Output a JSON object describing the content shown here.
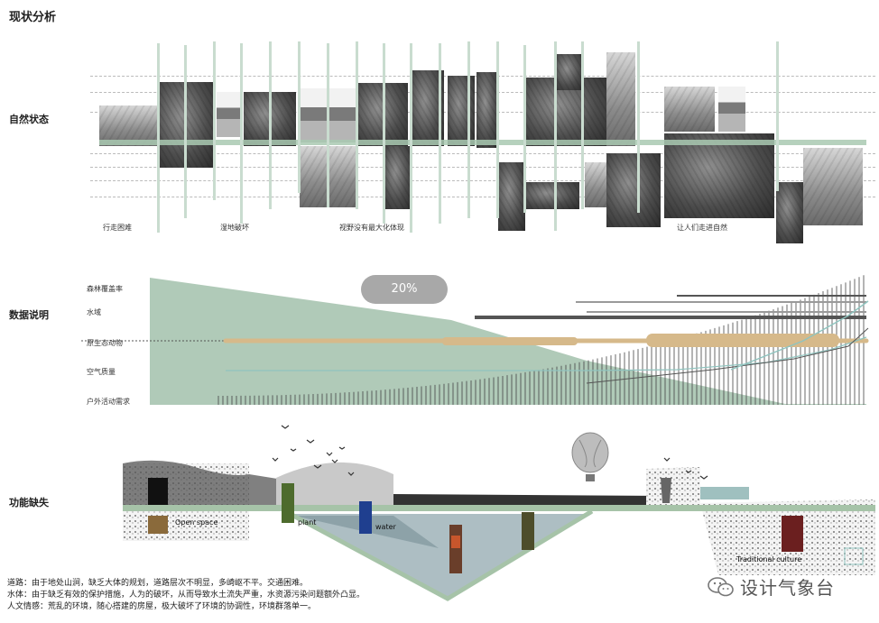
{
  "page_title": "现状分析",
  "sections": {
    "natural": {
      "label": "自然状态"
    },
    "data": {
      "label": "数据说明"
    },
    "function": {
      "label": "功能缺失"
    }
  },
  "photo_captions": [
    "行走困难",
    "湿地破坏",
    "视野没有最大化体现",
    "让人们走进自然"
  ],
  "data_chart": {
    "badge": "20%",
    "rows": [
      "森林覆盖率",
      "水域",
      "原生态动物",
      "空气质量",
      "户外活动需求"
    ],
    "colors": {
      "forest_area": "#a7c4b0",
      "bar_dark": "#555555",
      "bar_light": "#9a9a9a",
      "fauna": "#d6b98a",
      "air": "#8fc4bf"
    }
  },
  "section_diagram": {
    "labels": [
      "Open space",
      "plant",
      "water",
      "Traditional culture"
    ],
    "colors": {
      "band": "#a6c3a8",
      "water": "#9fb3b8"
    }
  },
  "notes": [
    "道路：由于地处山涧，缺乏大体的规划，道路层次不明显，多崎岖不平。交通困难。",
    "水体：由于缺乏有效的保护措施，人为的破坏，从而导致水土流失严重，水资源污染问题额外凸显。",
    "人文情感：荒乱的环境，随心搭建的房屋，极大破坏了环境的协调性，环境群落单一。"
  ],
  "watermark": {
    "text": "设计气象台",
    "icon": "wechat-icon"
  }
}
